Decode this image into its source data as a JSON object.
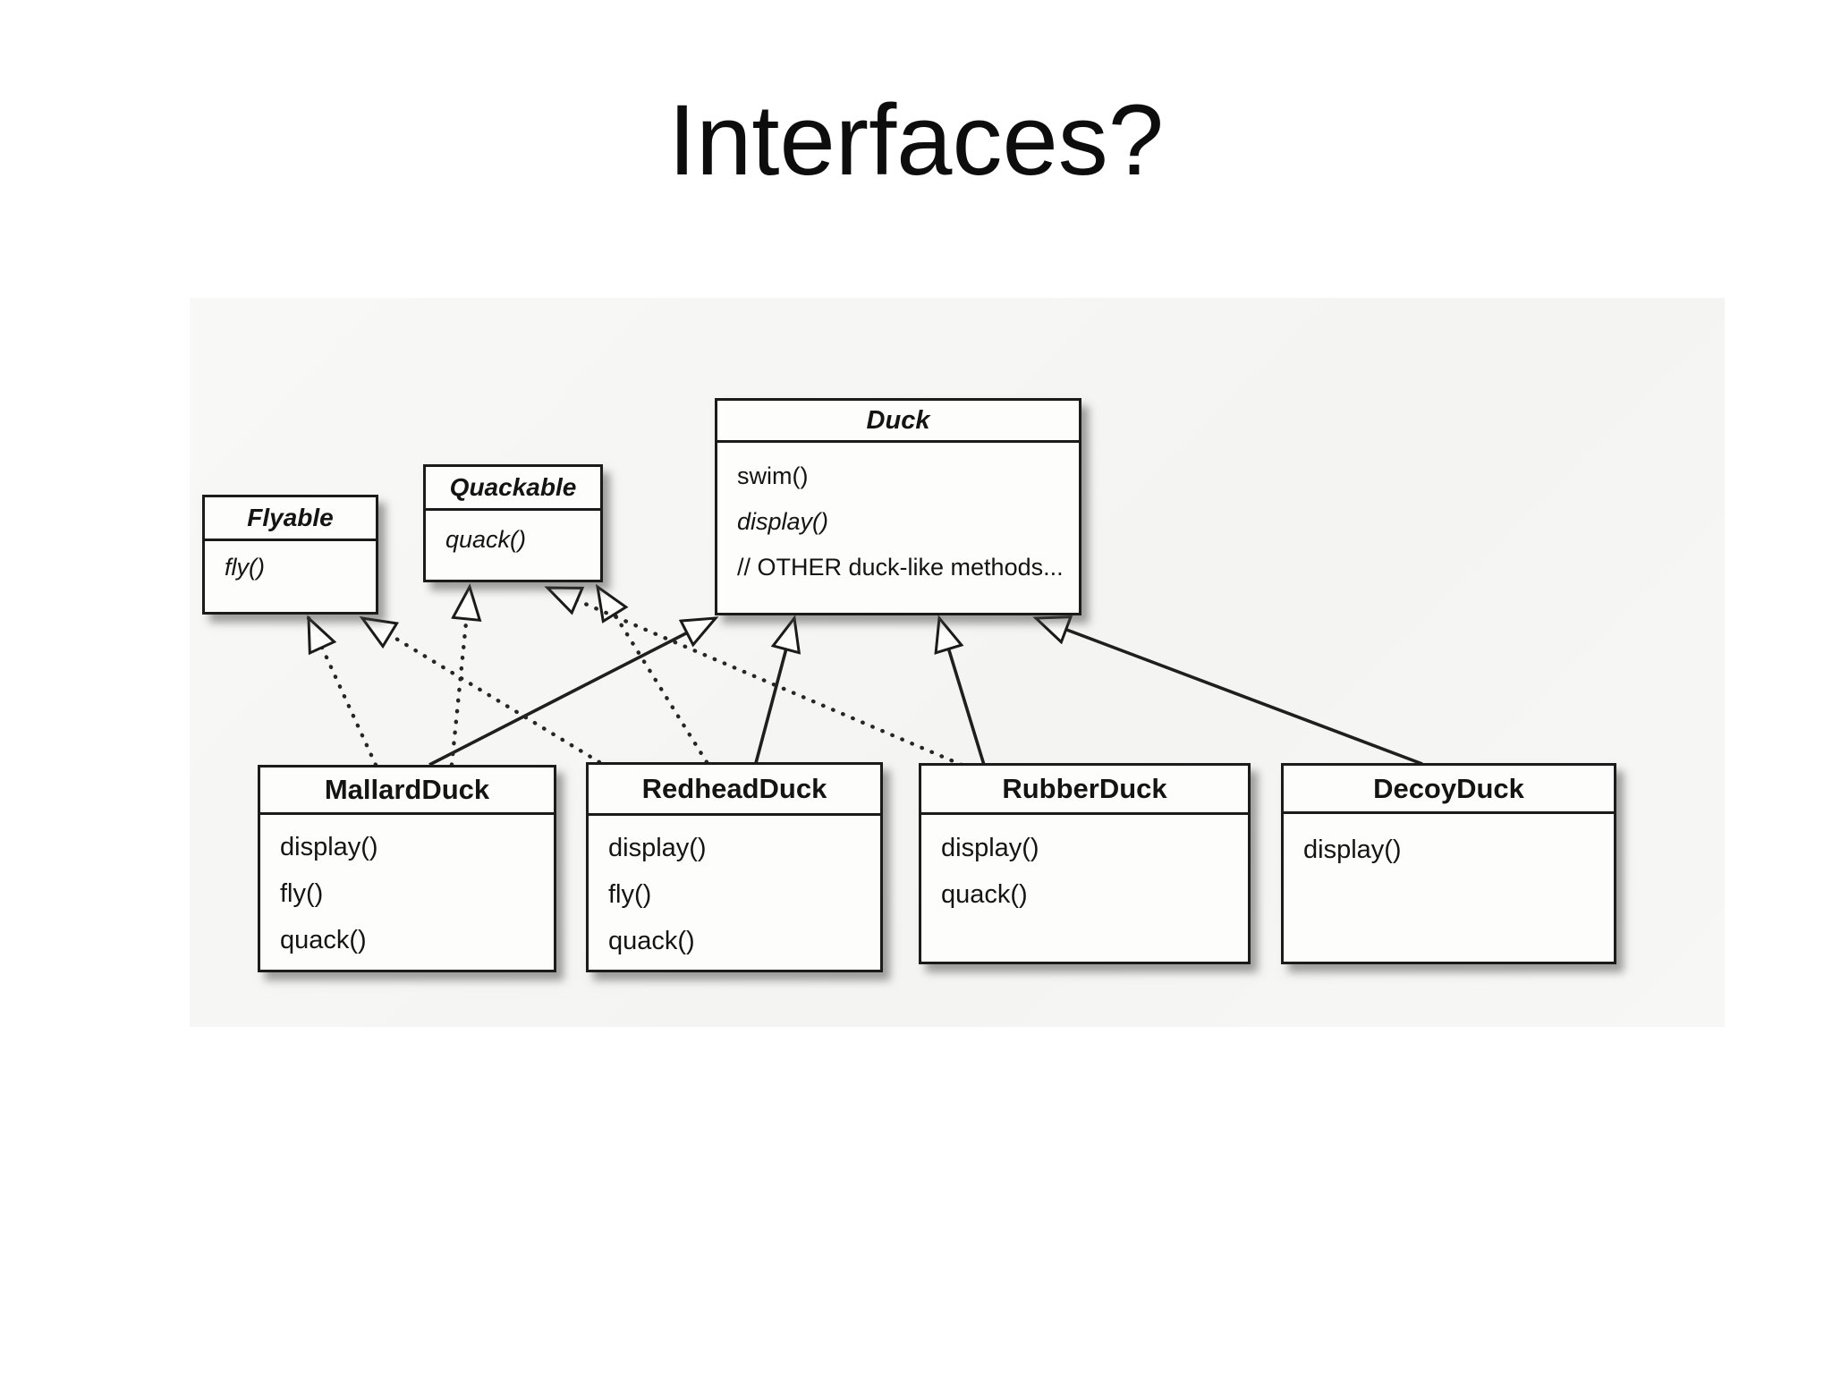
{
  "slide": {
    "title": "Interfaces?"
  },
  "style": {
    "ink": "#1b1b1b",
    "paper": "#ffffff",
    "scan_background": "#f6f6f4"
  },
  "diagram": {
    "classes": [
      {
        "name": "Flyable",
        "methods": [
          "fly()"
        ]
      },
      {
        "name": "Quackable",
        "methods": [
          "quack()"
        ]
      },
      {
        "name": "Duck",
        "methods": [
          "swim()",
          "display()",
          "// OTHER duck-like methods..."
        ]
      },
      {
        "name": "MallardDuck",
        "methods": [
          "display()",
          "fly()",
          "quack()"
        ]
      },
      {
        "name": "RedheadDuck",
        "methods": [
          "display()",
          "fly()",
          "quack()"
        ]
      },
      {
        "name": "RubberDuck",
        "methods": [
          "display()",
          "quack()"
        ]
      },
      {
        "name": "DecoyDuck",
        "methods": [
          "display()"
        ]
      }
    ],
    "relationships": [
      {
        "from": "MallardDuck",
        "to": "Duck",
        "type": "extends"
      },
      {
        "from": "RedheadDuck",
        "to": "Duck",
        "type": "extends"
      },
      {
        "from": "RubberDuck",
        "to": "Duck",
        "type": "extends"
      },
      {
        "from": "DecoyDuck",
        "to": "Duck",
        "type": "extends"
      },
      {
        "from": "MallardDuck",
        "to": "Flyable",
        "type": "implements"
      },
      {
        "from": "RedheadDuck",
        "to": "Flyable",
        "type": "implements"
      },
      {
        "from": "MallardDuck",
        "to": "Quackable",
        "type": "implements"
      },
      {
        "from": "RedheadDuck",
        "to": "Quackable",
        "type": "implements"
      },
      {
        "from": "RubberDuck",
        "to": "Quackable",
        "type": "implements"
      }
    ]
  }
}
